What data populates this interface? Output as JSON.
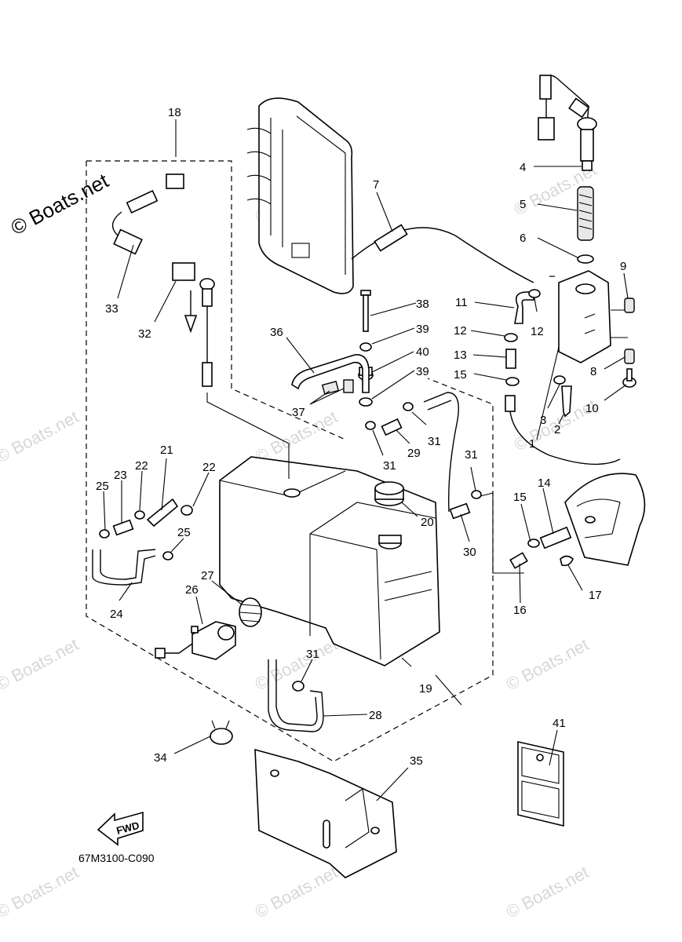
{
  "watermark": {
    "main": "© Boats.net",
    "tile": "© Boats.net"
  },
  "diagram_code": "67M3100-C090",
  "fwd_label": "FWD",
  "labels": {
    "p1": "1",
    "p2": "2",
    "p3": "3",
    "p4": "4",
    "p5": "5",
    "p6": "6",
    "p7": "7",
    "p8": "8",
    "p9": "9",
    "p10": "10",
    "p11": "11",
    "p12a": "12",
    "p12b": "12",
    "p13": "13",
    "p14": "14",
    "p15a": "15",
    "p15b": "15",
    "p16": "16",
    "p17": "17",
    "p18": "18",
    "p19": "19",
    "p20": "20",
    "p21": "21",
    "p22a": "22",
    "p22b": "22",
    "p23": "23",
    "p24": "24",
    "p25a": "25",
    "p25b": "25",
    "p26": "26",
    "p27": "27",
    "p28": "28",
    "p29": "29",
    "p30": "30",
    "p31a": "31",
    "p31b": "31",
    "p31c": "31",
    "p31d": "31",
    "p32": "32",
    "p33": "33",
    "p34": "34",
    "p35": "35",
    "p36": "36",
    "p37": "37",
    "p38": "38",
    "p39a": "39",
    "p39b": "39",
    "p40": "40",
    "p41": "41"
  }
}
